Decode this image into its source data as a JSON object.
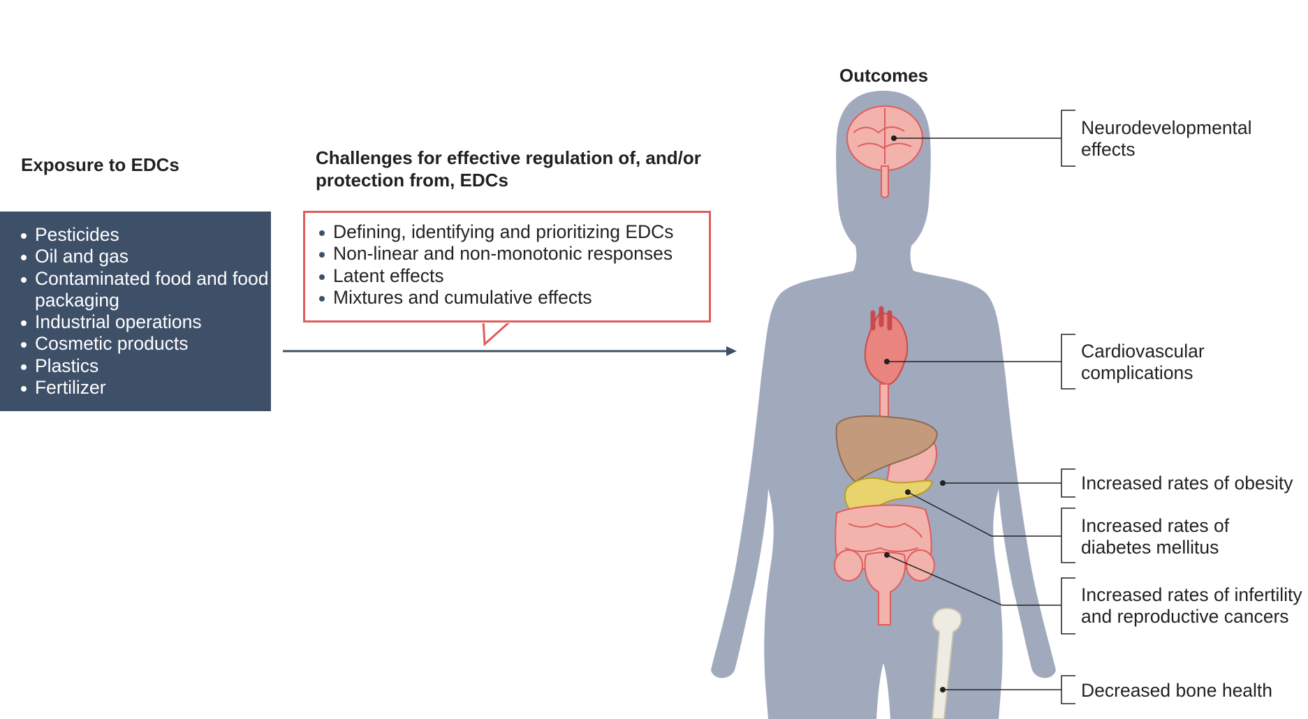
{
  "exposure": {
    "title": "Exposure to EDCs",
    "items": [
      "Pesticides",
      "Oil and gas",
      "Contaminated food and food packaging",
      "Industrial operations",
      "Cosmetic products",
      "Plastics",
      "Fertilizer"
    ]
  },
  "challenges": {
    "title": "Challenges for effective regulation of, and/or protection from, EDCs",
    "items": [
      "Defining, identifying and prioritizing EDCs",
      "Non-linear and non-monotonic responses",
      "Latent effects",
      "Mixtures and cumulative effects"
    ]
  },
  "outcomes": {
    "title": "Outcomes",
    "items": [
      {
        "label": "Neurodevelopmental effects",
        "icon": "brain-icon"
      },
      {
        "label": "Cardiovascular complications",
        "icon": "heart-icon"
      },
      {
        "label": "Increased rates of obesity",
        "icon": "abdomen-icon"
      },
      {
        "label": "Increased rates of diabetes mellitus",
        "icon": "pancreas-icon"
      },
      {
        "label": "Increased rates of infertility and reproductive cancers",
        "icon": "uterus-icon"
      },
      {
        "label": "Decreased bone health",
        "icon": "bone-icon"
      }
    ]
  },
  "colors": {
    "exposure_box": "#3e4f68",
    "challenges_border": "#e05c5c",
    "body_silhouette": "#a1a9bd",
    "organ_red": "#e9847f",
    "liver": "#c49a7c",
    "pancreas": "#e9d36c",
    "bone": "#eeece2"
  }
}
